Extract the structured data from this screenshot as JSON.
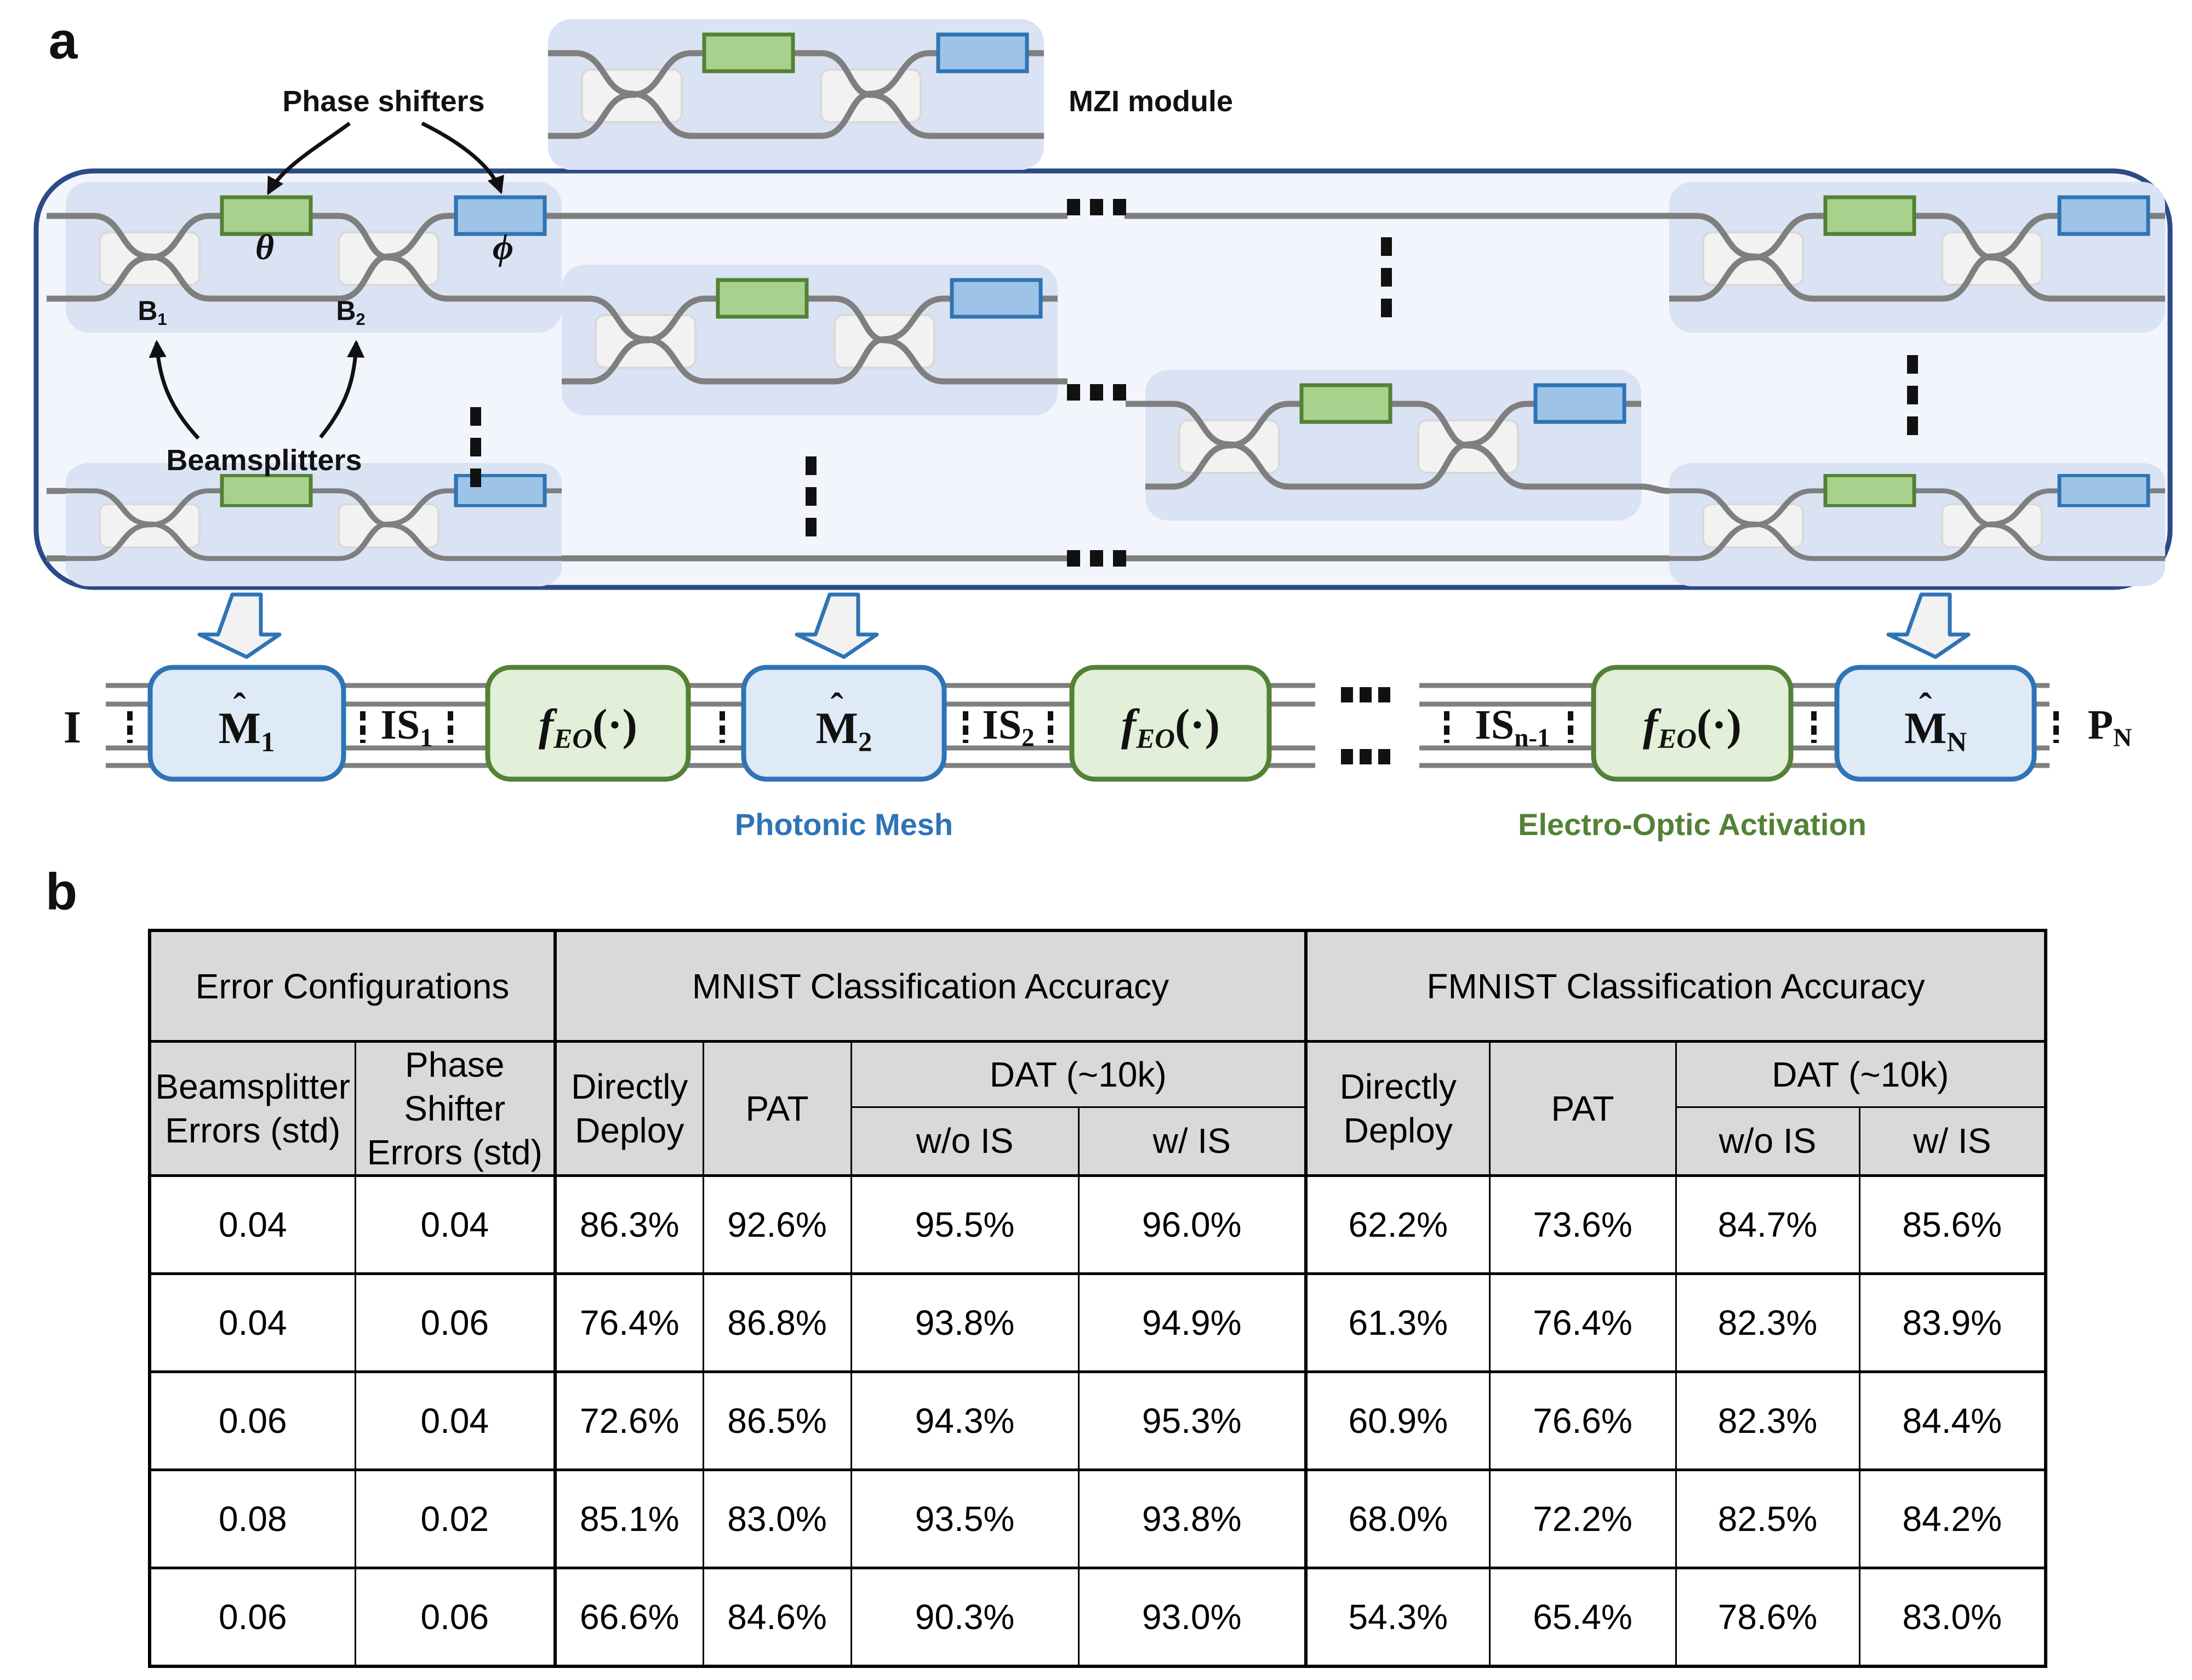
{
  "figure": {
    "panel_a_label": "a",
    "panel_b_label": "b"
  },
  "panel_a": {
    "mzi_module_label": "MZI module",
    "phase_shifters_label": "Phase shifters",
    "beamsplitters_label": "Beamsplitters",
    "theta_label": "θ",
    "phi_label": "ϕ",
    "beamsplitter_1": {
      "base": "B",
      "sub": "1"
    },
    "beamsplitter_2": {
      "base": "B",
      "sub": "2"
    },
    "flow": {
      "input": {
        "base": "I"
      },
      "mesh_1": {
        "base": "M",
        "hat": "ˆ",
        "sub": "1"
      },
      "is_1": {
        "base": "IS",
        "sub": "1"
      },
      "feo": {
        "f": "f",
        "sub": "EO",
        "args": "(·)"
      },
      "mesh_2": {
        "base": "M",
        "hat": "ˆ",
        "sub": "2"
      },
      "is_2": {
        "base": "IS",
        "sub": "2"
      },
      "is_n1": {
        "base": "IS",
        "sub": "n-1"
      },
      "mesh_n": {
        "base": "M",
        "hat": "ˆ",
        "sub": "N"
      },
      "output": {
        "base": "P",
        "sub": "N"
      },
      "photonic_mesh_label": "Photonic Mesh",
      "eo_activation_label": "Electro-Optic Activation"
    }
  },
  "panel_b": {
    "table": {
      "group_headers": {
        "error_config": "Error Configurations",
        "mnist": "MNIST Classification Accuracy",
        "fmnist": "FMNIST Classification Accuracy"
      },
      "sub_headers": {
        "beamsplitter_errors": "Beamsplitter Errors (std)",
        "phase_shifter_errors": "Phase Shifter Errors (std)",
        "directly_deploy": "Directly Deploy",
        "pat": "PAT",
        "dat": "DAT (~10k)",
        "wo_is": "w/o IS",
        "w_is": "w/ IS"
      },
      "rows": [
        [
          "0.04",
          "0.04",
          "86.3%",
          "92.6%",
          "95.5%",
          "96.0%",
          "62.2%",
          "73.6%",
          "84.7%",
          "85.6%"
        ],
        [
          "0.04",
          "0.06",
          "76.4%",
          "86.8%",
          "93.8%",
          "94.9%",
          "61.3%",
          "76.4%",
          "82.3%",
          "83.9%"
        ],
        [
          "0.06",
          "0.04",
          "72.6%",
          "86.5%",
          "94.3%",
          "95.3%",
          "60.9%",
          "76.6%",
          "82.3%",
          "84.4%"
        ],
        [
          "0.08",
          "0.02",
          "85.1%",
          "83.0%",
          "93.5%",
          "93.8%",
          "68.0%",
          "72.2%",
          "82.5%",
          "84.2%"
        ],
        [
          "0.06",
          "0.06",
          "66.6%",
          "84.6%",
          "90.3%",
          "93.0%",
          "54.3%",
          "65.4%",
          "78.6%",
          "83.0%"
        ]
      ]
    }
  },
  "colors": {
    "accent_blue": "#2e74b5",
    "accent_green": "#538135",
    "container_border": "#2c4a87",
    "module_fill": "#dae3f3",
    "wire_gray": "#7f7f7f",
    "table_header_bg": "#d9d9d9"
  }
}
